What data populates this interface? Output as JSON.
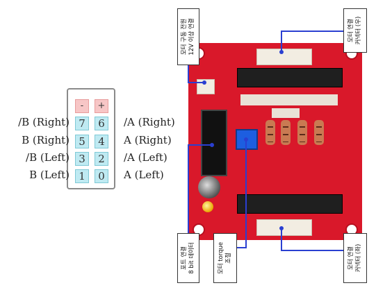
{
  "pin_legend": {
    "top_keys": [
      "-",
      "+"
    ],
    "rows": [
      {
        "left": "/B (Right)",
        "keys": [
          "7",
          "6"
        ],
        "right": "/A (Right)"
      },
      {
        "left": "B (Right)",
        "keys": [
          "5",
          "4"
        ],
        "right": "A (Right)"
      },
      {
        "left": "/B (Left)",
        "keys": [
          "3",
          "2"
        ],
        "right": "/A (Left)"
      },
      {
        "left": "B (Left)",
        "keys": [
          "1",
          "0"
        ],
        "right": "A (Left)"
      }
    ]
  },
  "callouts": {
    "power": {
      "line1": "모터 구동 전원",
      "line2": "12V 이상 연결"
    },
    "motor_right": {
      "line1": "모터 연결",
      "line2": "커넥터 (우)"
    },
    "port": {
      "line1": "포트 연결",
      "line2": "8 bit 데이터"
    },
    "torque": {
      "line1": "모터 torque",
      "line2": "조절"
    },
    "motor_left": {
      "line1": "모터 연결",
      "line2": "커넥터 (좌)"
    }
  },
  "colors": {
    "board": "#d9182a",
    "callout_line": "#2a3fd1",
    "pin_key": "#bfeaf2",
    "sign_key": "#f7c6c6"
  }
}
